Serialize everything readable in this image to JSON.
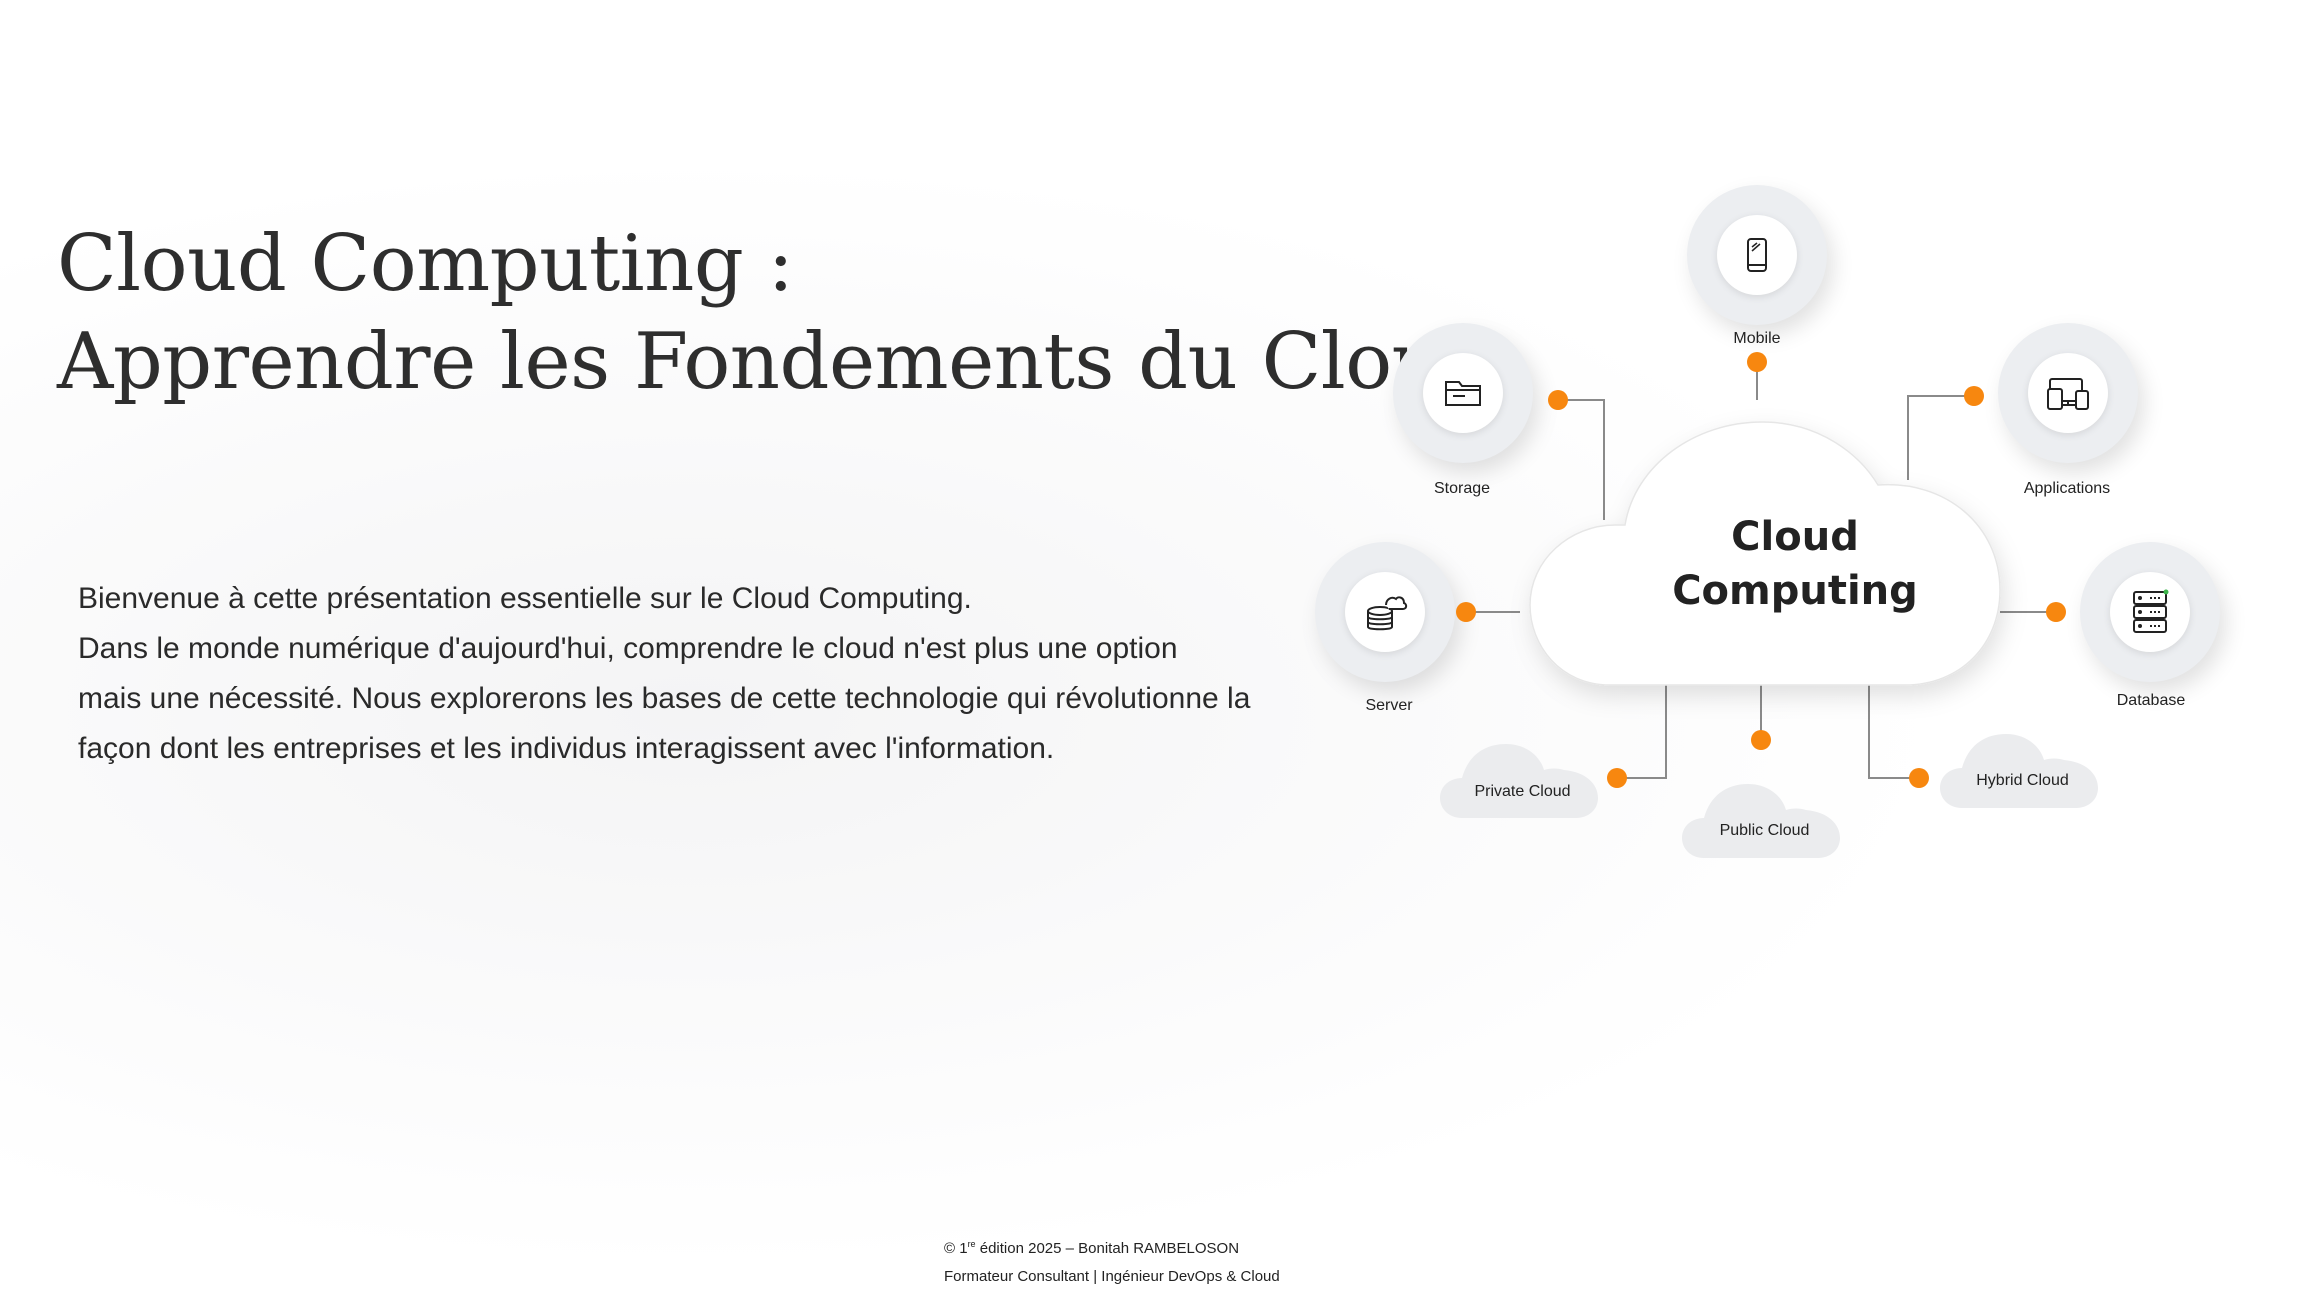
{
  "slide": {
    "title_line1": "Cloud Computing :",
    "title_line2": "Apprendre les Fondements du Cloud",
    "intro": [
      "Bienvenue à cette présentation essentielle sur le Cloud Computing.",
      "Dans le monde numérique d'aujourd'hui, comprendre le cloud n'est plus une option",
      "mais une nécessité. Nous explorerons les bases de cette technologie qui révolutionne la",
      "façon dont les entreprises et les individus interagissent avec l'information."
    ],
    "footer_line1_pre": "© 1",
    "footer_line1_sup": "re",
    "footer_line1_post": " édition 2025 – Bonitah RAMBELOSON",
    "footer_line2": "Formateur Consultant | Ingénieur DevOps & Cloud"
  },
  "diagram": {
    "center_line1": "Cloud",
    "center_line2": "Computing",
    "nodes": {
      "mobile": "Mobile",
      "storage": "Storage",
      "applications": "Applications",
      "server": "Server",
      "database": "Database",
      "private_cloud": "Private Cloud",
      "public_cloud": "Public Cloud",
      "hybrid_cloud": "Hybrid Cloud"
    },
    "colors": {
      "accent": "#f7870f",
      "node_bg": "#eceef1",
      "line": "#8a8a8a"
    }
  }
}
